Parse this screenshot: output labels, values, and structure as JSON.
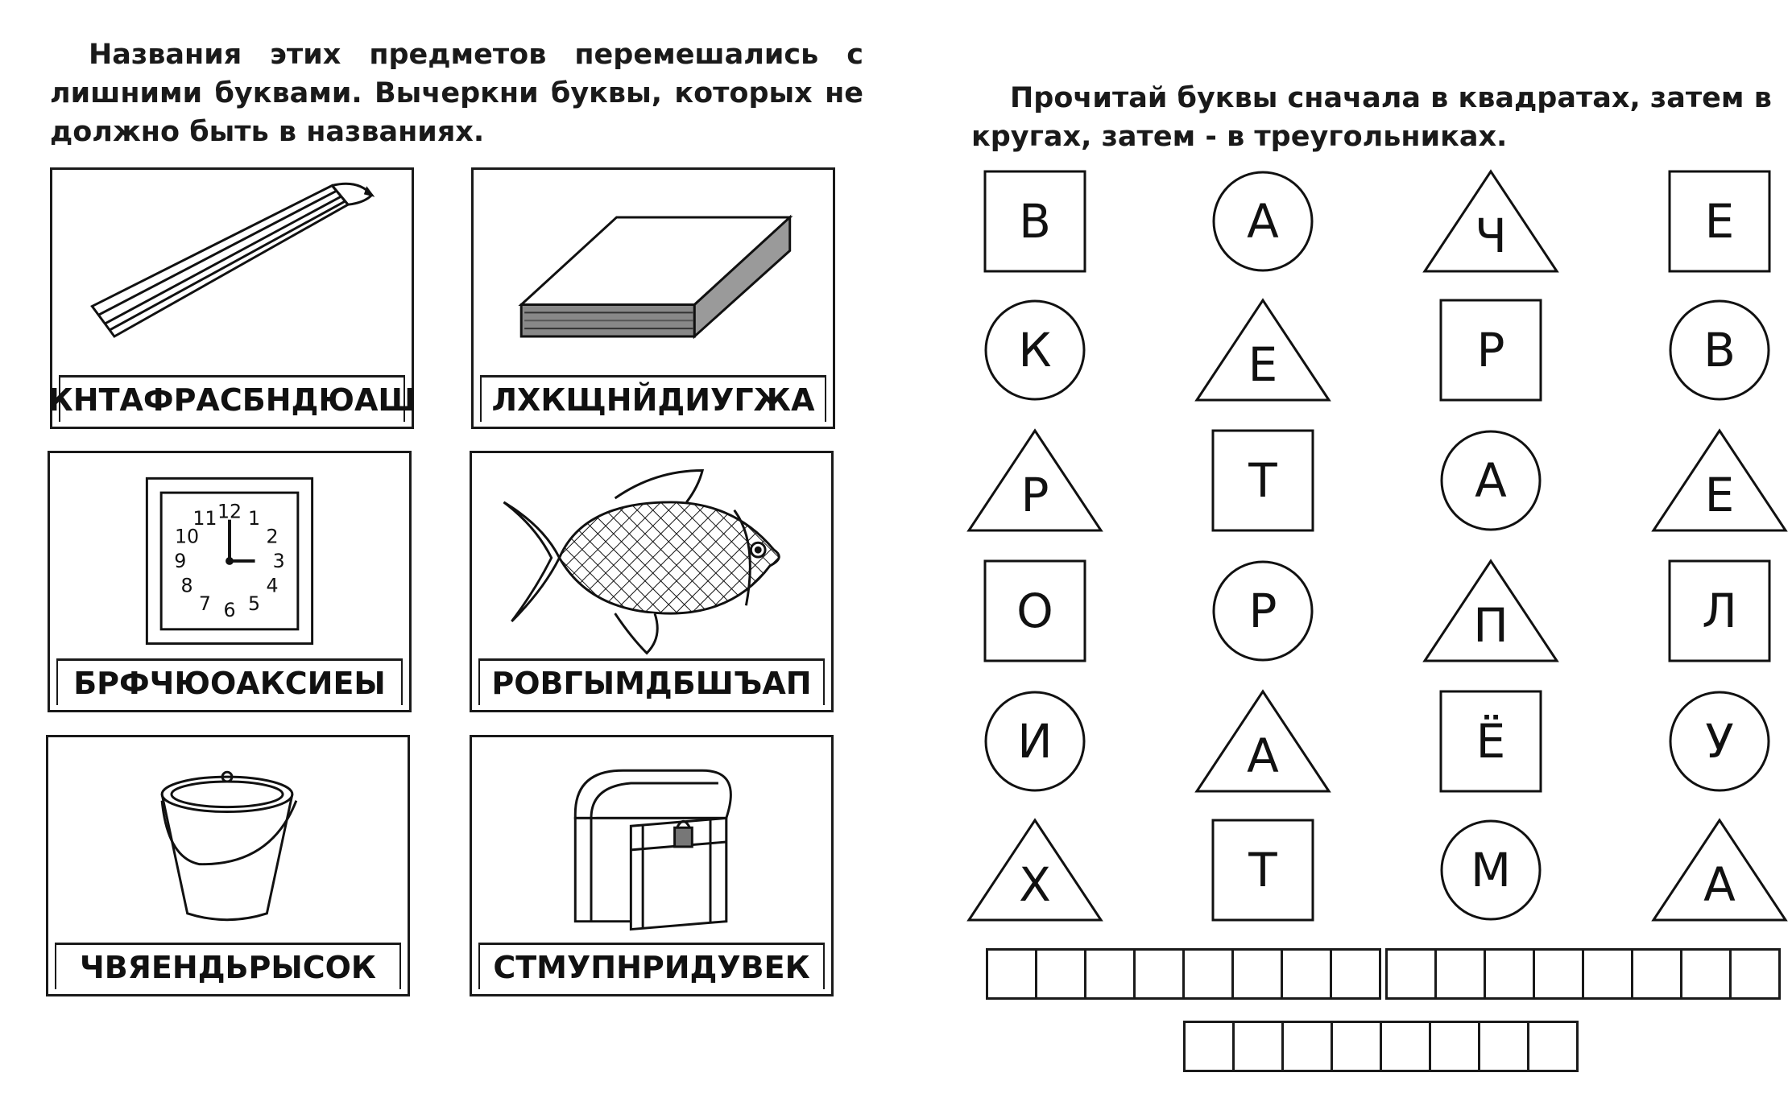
{
  "left_page": {
    "instruction": "Названия этих предметов перемешались с лишними буквами. Вычеркни буквы, которых не должно быть в названиях.",
    "cards": [
      {
        "icon": "pencil-icon",
        "letters": "КНТАФРАСБНДЮАШ"
      },
      {
        "icon": "book-icon",
        "letters": "ЛХКЩНЙДИУГЖА"
      },
      {
        "icon": "clock-icon",
        "letters": "БРФЧЮОАКСИЕЫ"
      },
      {
        "icon": "fish-icon",
        "letters": "РОВГЫМДБШЪАП"
      },
      {
        "icon": "bucket-icon",
        "letters": "ЧВЯЕНДЬРЫСОК"
      },
      {
        "icon": "chest-icon",
        "letters": "СТМУПНРИДУВЕК"
      }
    ],
    "clock_numbers": [
      "12",
      "1",
      "2",
      "3",
      "4",
      "5",
      "6",
      "7",
      "8",
      "9",
      "10",
      "11"
    ]
  },
  "right_page": {
    "instruction": "Прочитай буквы сначала в квадратах, затем в кругах, затем - в треугольниках.",
    "rows": [
      [
        {
          "shape": "square",
          "letter": "В"
        },
        {
          "shape": "circle",
          "letter": "А"
        },
        {
          "shape": "triangle",
          "letter": "Ч"
        },
        {
          "shape": "square",
          "letter": "Е"
        }
      ],
      [
        {
          "shape": "circle",
          "letter": "К"
        },
        {
          "shape": "triangle",
          "letter": "Е"
        },
        {
          "shape": "square",
          "letter": "Р"
        },
        {
          "shape": "circle",
          "letter": "В"
        }
      ],
      [
        {
          "shape": "triangle",
          "letter": "Р"
        },
        {
          "shape": "square",
          "letter": "Т"
        },
        {
          "shape": "circle",
          "letter": "А"
        },
        {
          "shape": "triangle",
          "letter": "Е"
        }
      ],
      [
        {
          "shape": "square",
          "letter": "О"
        },
        {
          "shape": "circle",
          "letter": "Р"
        },
        {
          "shape": "triangle",
          "letter": "П"
        },
        {
          "shape": "square",
          "letter": "Л"
        }
      ],
      [
        {
          "shape": "circle",
          "letter": "И"
        },
        {
          "shape": "triangle",
          "letter": "А"
        },
        {
          "shape": "square",
          "letter": "Ё"
        },
        {
          "shape": "circle",
          "letter": "У"
        }
      ],
      [
        {
          "shape": "triangle",
          "letter": "Х"
        },
        {
          "shape": "square",
          "letter": "Т"
        },
        {
          "shape": "circle",
          "letter": "М"
        },
        {
          "shape": "triangle",
          "letter": "А"
        }
      ]
    ],
    "answer_boxes": [
      8,
      8,
      8
    ]
  }
}
